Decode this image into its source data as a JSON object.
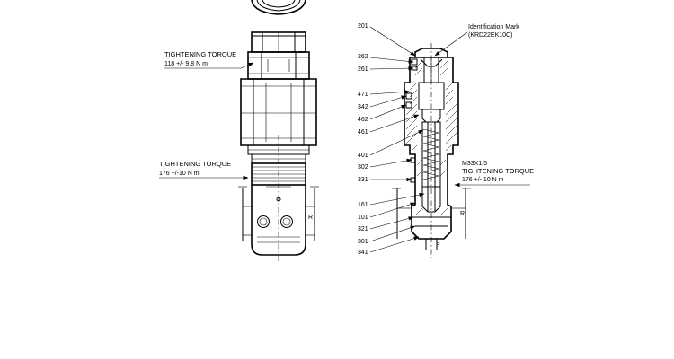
{
  "left_view": {
    "torque_upper": {
      "title": "TIGHTENING TORQUE",
      "value": "118 +/- 9.8 N m"
    },
    "torque_lower": {
      "title": "TIGHTENING TORQUE",
      "value": "176 +/-10 N m"
    },
    "port_label": "R"
  },
  "right_view": {
    "identification": {
      "title": "Identification Mark",
      "code": "(KRD22EK10C)"
    },
    "thread": {
      "spec": "M33X1.5",
      "title": "TIGHTENING TORQUE",
      "value": "176 +/- 10 N m"
    },
    "port_r": "R",
    "port_p": "P",
    "part_numbers": [
      "201",
      "262",
      "261",
      "471",
      "342",
      "462",
      "461",
      "401",
      "302",
      "331",
      "161",
      "101",
      "321",
      "301",
      "341"
    ]
  }
}
